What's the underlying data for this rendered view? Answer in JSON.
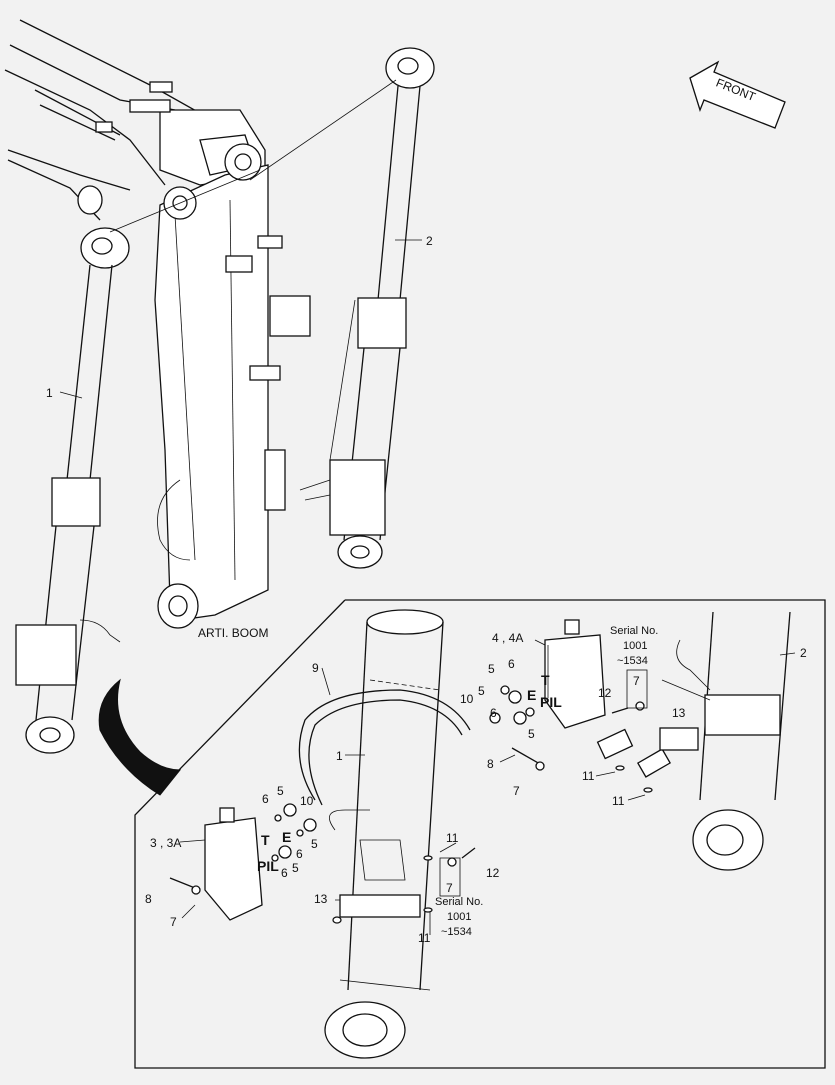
{
  "diagram": {
    "orientation_label": "FRONT",
    "boom_label": "ARTI. BOOM",
    "callouts": {
      "c1_top": "1",
      "c2_top": "2",
      "c1_detail": "1",
      "c2_detail": "2",
      "c9": "9",
      "c44a": "4 , 4A",
      "c33a": "3 , 3A",
      "c5a": "5",
      "c6a": "6",
      "c5b": "5",
      "c10a": "10",
      "c5c": "5",
      "c6b": "6",
      "c12a": "12",
      "c7a": "7",
      "c13a": "13",
      "c8a": "8",
      "c7b": "7",
      "c11a": "11",
      "c11b": "11",
      "c6c": "6",
      "c5d": "5",
      "c10b": "10",
      "c5e": "5",
      "c6d": "6",
      "c5f": "5",
      "c6e": "6",
      "c8b": "8",
      "c7c": "7",
      "c11c": "11",
      "c12b": "12",
      "c7d": "7",
      "c13b": "13",
      "c11d": "11"
    },
    "ports": {
      "t1": "T",
      "e1": "E",
      "pil1": "PIL",
      "t2": "T",
      "e2": "E",
      "pil2": "PIL"
    },
    "serial_notes": {
      "a": {
        "l1": "Serial No.",
        "l2": "1001",
        "l3": "~1534"
      },
      "b": {
        "l1": "Serial No.",
        "l2": "1001",
        "l3": "~1534"
      }
    }
  }
}
